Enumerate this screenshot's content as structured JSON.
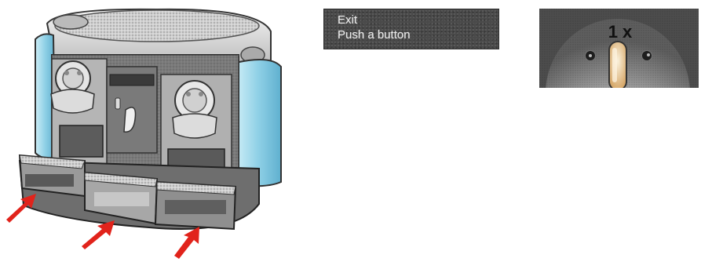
{
  "illustration": {
    "name": "coffee-machine"
  },
  "display": {
    "line1": "Exit",
    "line2": "Push a button"
  },
  "button_hint": {
    "count_label": "1 x"
  },
  "colors": {
    "arrow": "#e1231b",
    "tank_blue": "#8fd0e6",
    "display_bg": "#4a4a4a",
    "display_text": "#e9e9e9",
    "button_light": "#e8c58c"
  }
}
